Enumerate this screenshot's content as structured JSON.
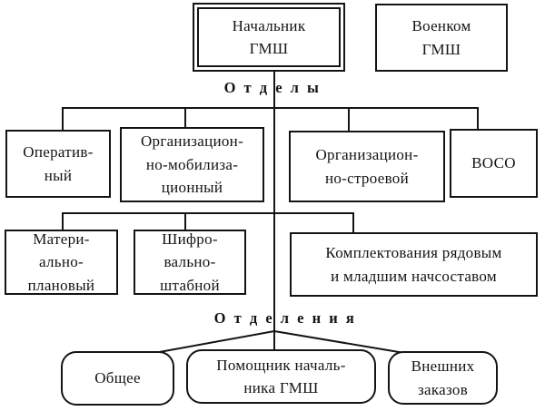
{
  "diagram": {
    "top": {
      "chief": {
        "line1": "Начальник",
        "line2": "ГМШ"
      },
      "commissar": {
        "line1": "Военком",
        "line2": "ГМШ"
      }
    },
    "section_labels": {
      "departments": "О т д е л ы",
      "divisions": "О т д е л е н и я"
    },
    "row1": [
      {
        "id": "operational",
        "lines": [
          "Оператив-",
          "ный"
        ]
      },
      {
        "id": "org-mobilization",
        "lines": [
          "Организацион-",
          "но-мобилиза-",
          "ционный"
        ]
      },
      {
        "id": "org-stroevoy",
        "lines": [
          "Организацион-",
          "но-строевой"
        ]
      },
      {
        "id": "voso",
        "lines": [
          "ВОСО"
        ]
      }
    ],
    "row2": [
      {
        "id": "material-planning",
        "lines": [
          "Матери-",
          "ально-",
          "плановый"
        ]
      },
      {
        "id": "cipher-staff",
        "lines": [
          "Шифро-",
          "вально-",
          "штабной"
        ]
      },
      {
        "id": "manning",
        "lines": [
          "Комплектования  рядовым",
          "и  младшим  начсоставом"
        ]
      }
    ],
    "divisions": [
      {
        "id": "general",
        "lines": [
          "Общее"
        ]
      },
      {
        "id": "assistant-chief",
        "lines": [
          "Помощник началь-",
          "ника ГМШ"
        ]
      },
      {
        "id": "external-orders",
        "lines": [
          "Внешних",
          "заказов"
        ]
      }
    ],
    "colors": {
      "line": "#141414",
      "background": "#ffffff",
      "text": "#141414"
    }
  }
}
